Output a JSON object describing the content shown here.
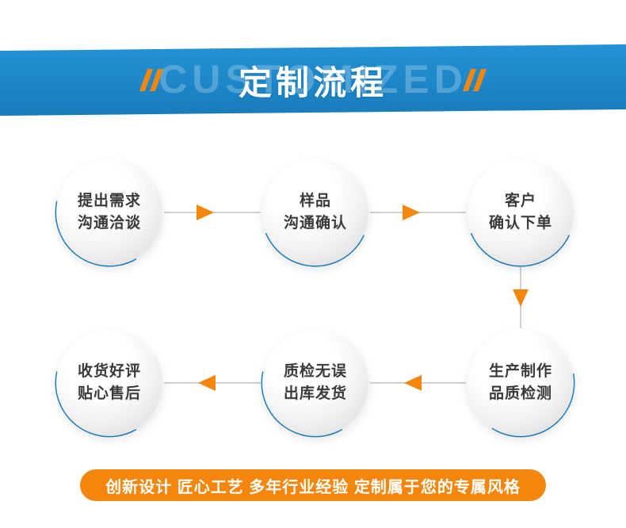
{
  "banner": {
    "watermark": "CUSTOMIZED",
    "title": "定制流程"
  },
  "steps": [
    {
      "line1": "提出需求",
      "line2": "沟通洽谈"
    },
    {
      "line1": "样品",
      "line2": "沟通确认"
    },
    {
      "line1": "客户",
      "line2": "确认下单"
    },
    {
      "line1": "生产制作",
      "line2": "品质检测"
    },
    {
      "line1": "质检无误",
      "line2": "出库发货"
    },
    {
      "line1": "收货好评",
      "line2": "贴心售后"
    }
  ],
  "footer": {
    "text": "创新设计 匠心工艺 多年行业经验 定制属于您的专属风格"
  },
  "colors": {
    "accent_blue": "#1c86c8",
    "orange": "#f5860d",
    "circle_text": "#3a3a3a",
    "line_gray": "#d0d0d0"
  }
}
